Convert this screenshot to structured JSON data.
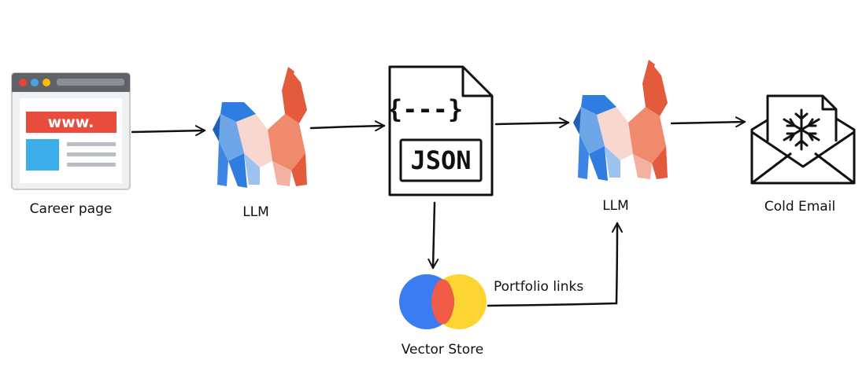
{
  "nodes": {
    "career_page": {
      "label": "Career page",
      "icon": "browser-window-icon",
      "url_text": "www."
    },
    "llm_1": {
      "label": "LLM",
      "icon": "llama-icon"
    },
    "json_doc": {
      "label_text": "JSON",
      "brace_text": "{---}",
      "icon": "json-file-icon"
    },
    "llm_2": {
      "label": "LLM",
      "icon": "llama-icon"
    },
    "cold_email": {
      "label": "Cold Email",
      "icon": "envelope-snowflake-icon"
    },
    "vector_store": {
      "label": "Vector Store",
      "icon": "vector-store-icon"
    }
  },
  "edges": {
    "portfolio_links": {
      "label": "Portfolio links"
    }
  },
  "colors": {
    "browser_header": "#5f6368",
    "browser_red_dot": "#ea4335",
    "browser_blue_dot": "#4aa3df",
    "browser_yellow_dot": "#fbbc05",
    "url_bar": "#e74c3c",
    "image_block": "#3daee9",
    "text_lines": "#b9bec4",
    "llama_blue": "#2f7de1",
    "llama_red": "#e45a3c",
    "vector_blue": "#3b7cf3",
    "vector_red": "#f05c45",
    "vector_yellow": "#fcd534",
    "ink": "#111111"
  }
}
